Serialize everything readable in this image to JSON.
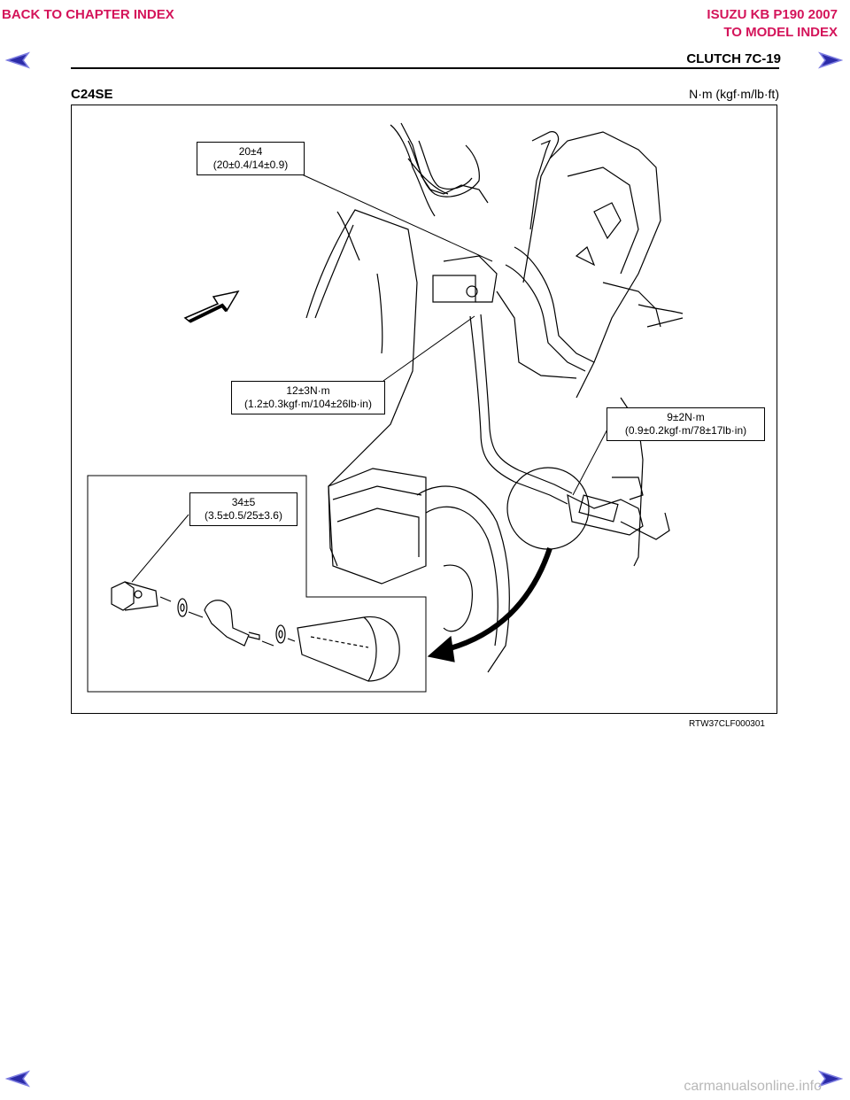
{
  "nav": {
    "back_to_chapter": "BACK TO CHAPTER INDEX",
    "model_title": "ISUZU KB P190 2007",
    "to_model_index": "TO MODEL INDEX"
  },
  "header": {
    "page_title": "CLUTCH  7C-19"
  },
  "section": {
    "engine_code": "C24SE",
    "units": "N·m (kgf·m/lb·ft)"
  },
  "callouts": {
    "top": {
      "line1": "20±4",
      "line2": "(20±0.4/14±0.9)"
    },
    "mid": {
      "line1": "12±3N·m",
      "line2": "(1.2±0.3kgf·m/104±26lb·in)"
    },
    "right": {
      "line1": "9±2N·m",
      "line2": "(0.9±0.2kgf·m/78±17lb·in)"
    },
    "bottom": {
      "line1": "34±5",
      "line2": "(3.5±0.5/25±3.6)"
    }
  },
  "figure_code": "RTW37CLF000301",
  "watermark": "carmanualsonline.info",
  "colors": {
    "nav_link": "#d4145a",
    "nav_arrow": "#2b2ba8"
  }
}
